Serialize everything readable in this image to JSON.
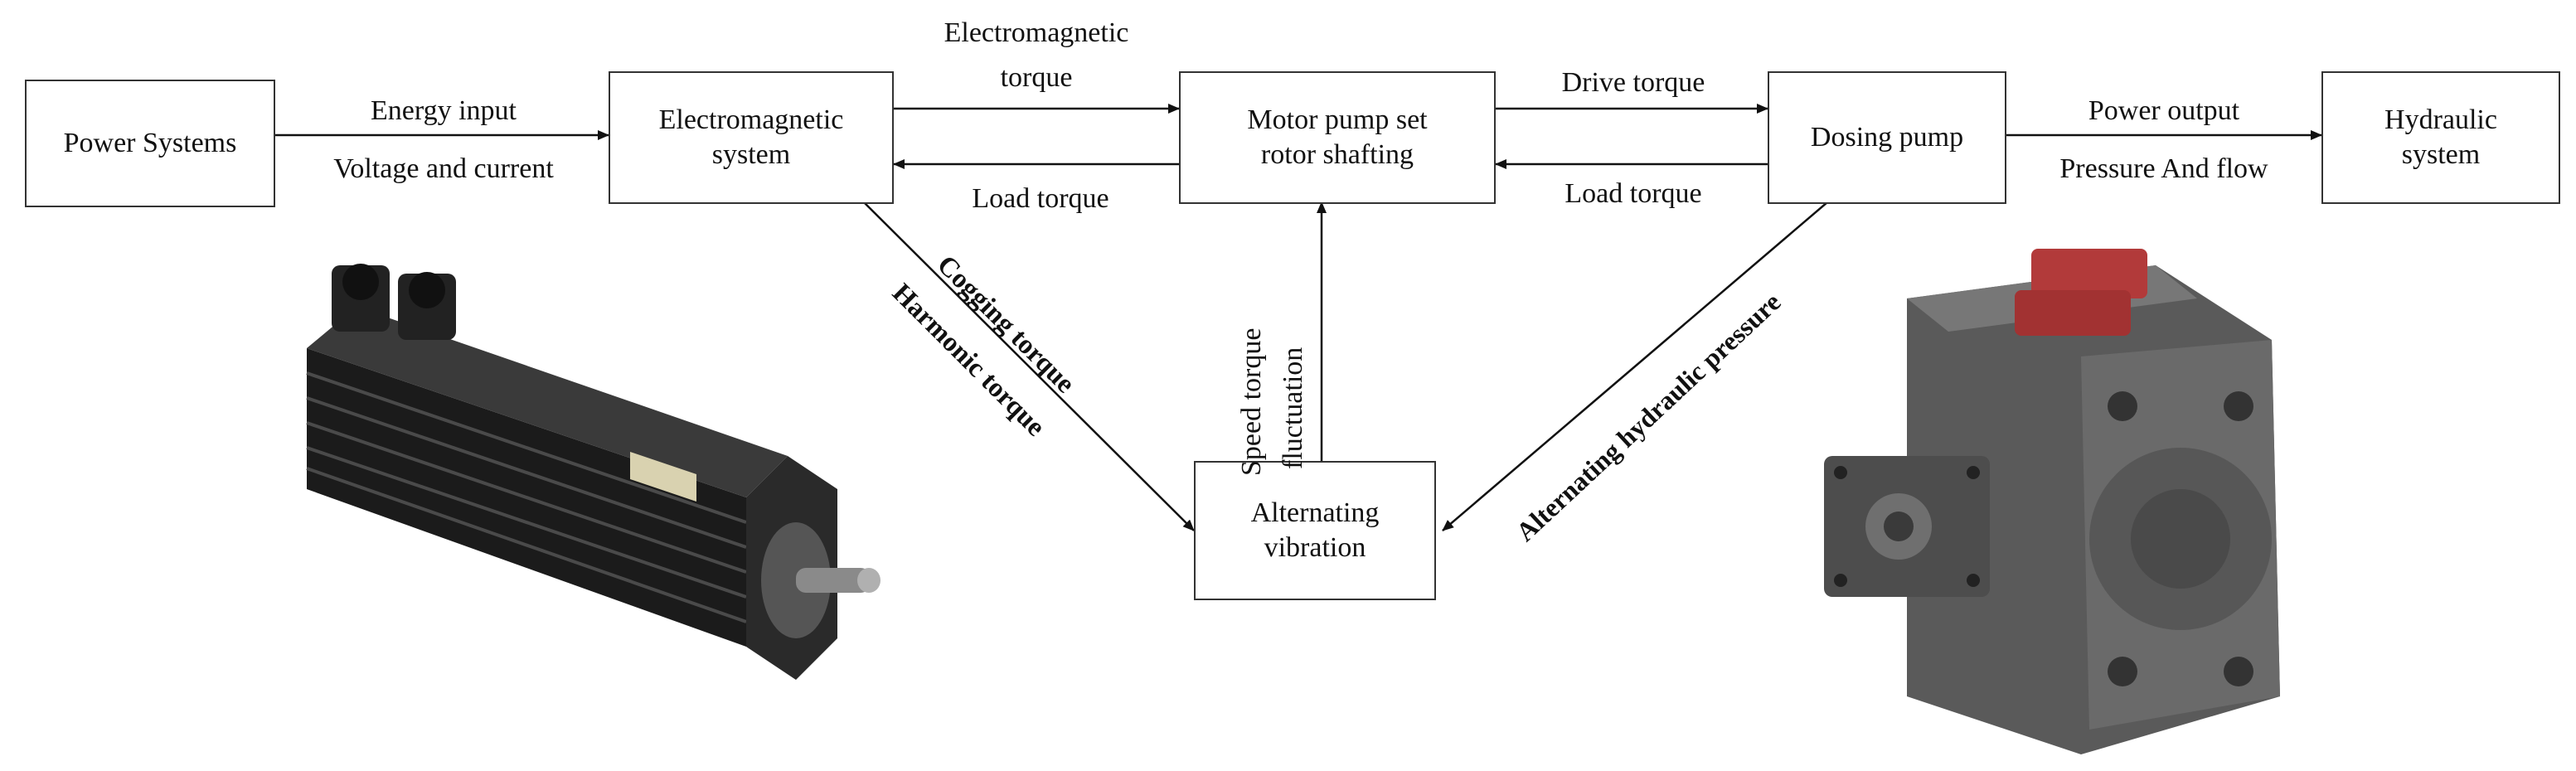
{
  "boxes": {
    "power_systems": "Power Systems",
    "electromagnetic_system": [
      "Electromagnetic",
      "system"
    ],
    "motor_pump_rotor": [
      "Motor pump set",
      "rotor shafting"
    ],
    "dosing_pump": "Dosing pump",
    "hydraulic_system": [
      "Hydraulic",
      "system"
    ],
    "alternating_vibration": [
      "Alternating",
      "vibration"
    ]
  },
  "edges": {
    "energy_input": "Energy input",
    "voltage_current": "Voltage and current",
    "electromagnetic_torque": [
      "Electromagnetic",
      "torque"
    ],
    "load_torque_1": "Load torque",
    "drive_torque": "Drive torque",
    "load_torque_2": "Load torque",
    "power_output": "Power output",
    "pressure_flow": "Pressure And flow",
    "cogging_torque": "Cogging torque",
    "harmonic_torque": "Harmonic torque",
    "speed_torque_fluctuation": [
      "Speed torque",
      "fluctuation"
    ],
    "alternating_hydraulic_pressure": "Alternating hydraulic pressure"
  },
  "colors": {
    "line": "#111111",
    "motor_body": "#1b1b1b",
    "pump_body": "#5a5a5a",
    "pump_red": "#b23a3a"
  }
}
